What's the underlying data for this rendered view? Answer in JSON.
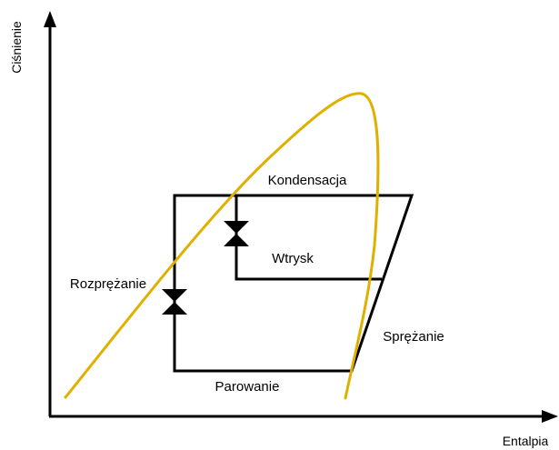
{
  "axes": {
    "y_label": "Ciśnienie",
    "x_label": "Entalpia"
  },
  "process_labels": {
    "condensation": "Kondensacja",
    "injection": "Wtrysk",
    "expansion": "Rozprężanie",
    "compression": "Sprężanie",
    "evaporation": "Parowanie"
  },
  "colors": {
    "saturation_dome": "#e0b000",
    "lines": "#000000"
  },
  "icons": [
    "expansion-valve-icon",
    "injection-valve-icon",
    "arrow-up-icon",
    "arrow-right-icon"
  ]
}
